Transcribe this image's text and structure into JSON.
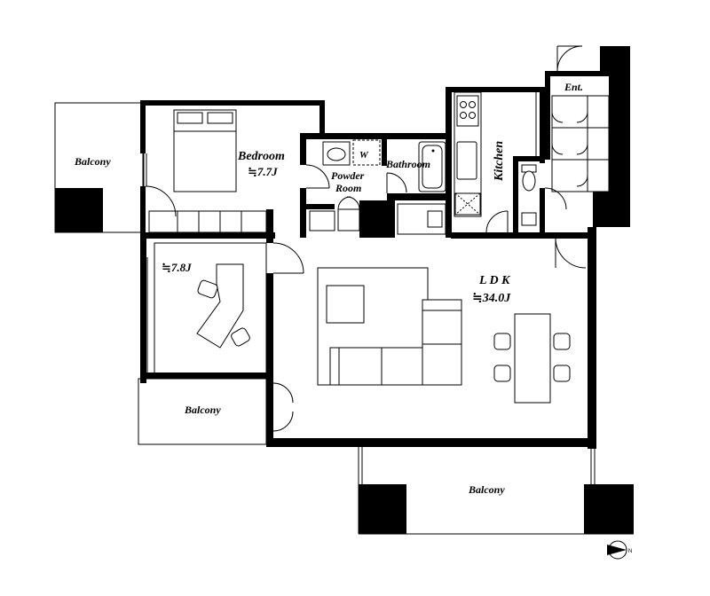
{
  "rooms": {
    "bedroom": {
      "name": "Bedroom",
      "area": "≒7.7J"
    },
    "balcony_upper_left": {
      "name": "Balcony"
    },
    "study": {
      "area": "≒7.8J"
    },
    "balcony_lower_left": {
      "name": "Balcony"
    },
    "powder_room": {
      "line1": "Powder",
      "line2": "Room",
      "washer_mark": "W"
    },
    "bathroom": {
      "name": "Bathroom"
    },
    "kitchen": {
      "name": "Kitchen"
    },
    "entrance": {
      "name": "Ent."
    },
    "ldk": {
      "name": "L D K",
      "area": "≒34.0J"
    },
    "balcony_bottom": {
      "name": "Balcony"
    }
  },
  "compass": {
    "letter": "N"
  },
  "icons": [
    "bed-icon",
    "sofa-icon",
    "dining-table-icon",
    "desk-icon",
    "toilet-icon",
    "stove-icon",
    "sink-icon",
    "bathtub-icon",
    "compass-icon"
  ]
}
